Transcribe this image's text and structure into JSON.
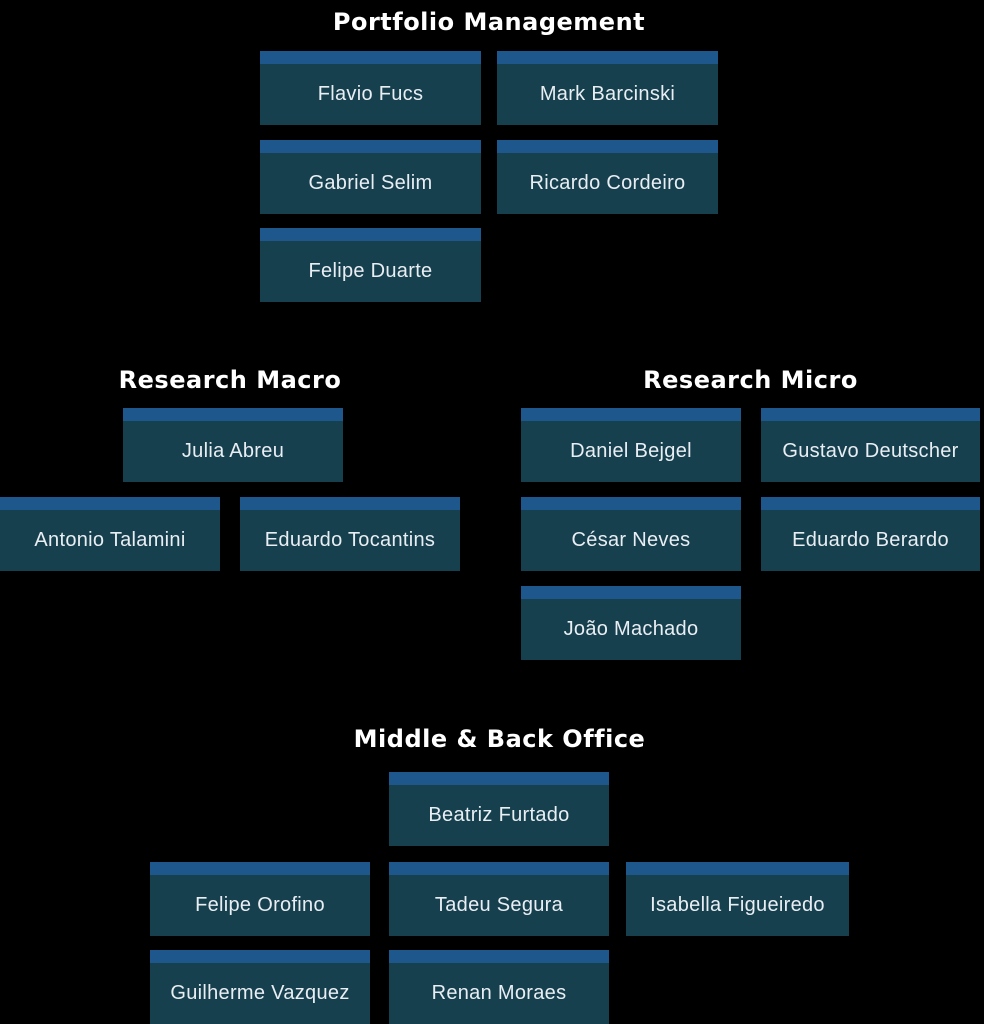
{
  "page": {
    "background": "#000000"
  },
  "colors": {
    "card_body": "#17404f",
    "card_accent": "#1d578b",
    "card_text": "#e9eef3",
    "title_text": "#ffffff"
  },
  "sections": [
    {
      "title": "Portfolio Management",
      "cards": [
        {
          "name": "Flavio Fucs"
        },
        {
          "name": "Mark Barcinski"
        },
        {
          "name": "Gabriel Selim"
        },
        {
          "name": "Ricardo Cordeiro"
        },
        {
          "name": "Felipe Duarte"
        }
      ]
    },
    {
      "title": "Research Macro",
      "cards": [
        {
          "name": "Julia Abreu"
        },
        {
          "name": "Antonio Talamini"
        },
        {
          "name": "Eduardo Tocantins"
        }
      ]
    },
    {
      "title": "Research Micro",
      "cards": [
        {
          "name": "Daniel Bejgel"
        },
        {
          "name": "Gustavo Deutscher"
        },
        {
          "name": "César Neves"
        },
        {
          "name": "Eduardo Berardo"
        },
        {
          "name": "João Machado"
        }
      ]
    },
    {
      "title": "Middle & Back Office",
      "cards": [
        {
          "name": "Beatriz Furtado"
        },
        {
          "name": "Felipe Orofino"
        },
        {
          "name": "Tadeu Segura"
        },
        {
          "name": "Isabella Figueiredo"
        },
        {
          "name": "Guilherme Vazquez"
        },
        {
          "name": "Renan Moraes"
        }
      ]
    }
  ]
}
